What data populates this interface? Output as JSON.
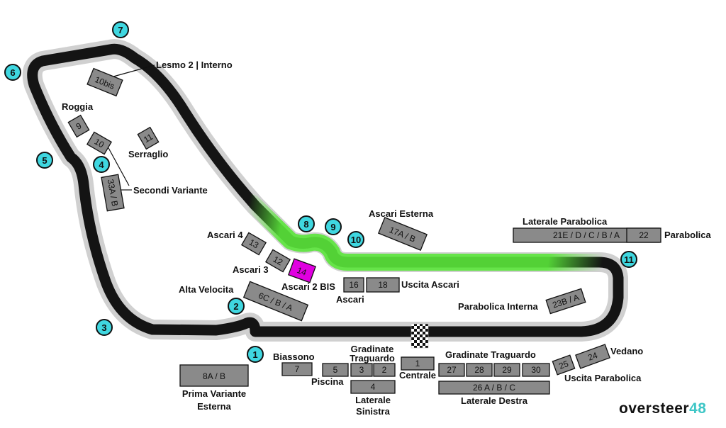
{
  "turns": [
    "1",
    "2",
    "3",
    "4",
    "5",
    "6",
    "7",
    "8",
    "9",
    "10",
    "11"
  ],
  "stands": {
    "s1": "1",
    "s2": "2",
    "s3": "3",
    "s4": "4",
    "s5": "5",
    "s7": "7",
    "s8ab": "8A / B",
    "s9": "9",
    "s10": "10",
    "s10bis": "10bis",
    "s11": "11",
    "s12": "12",
    "s13": "13",
    "s14": "14",
    "s16": "16",
    "s17ab": "17A / B",
    "s18": "18",
    "s21": "21E / D / C / B / A",
    "s22": "22",
    "s23ba": "23B / A",
    "s24": "24",
    "s25": "25",
    "s26": "26 A / B / C",
    "s27": "27",
    "s28": "28",
    "s29": "29",
    "s30": "30",
    "s33ab": "33A / B",
    "s6cba": "6C / B / A"
  },
  "labels": {
    "lesmo": "Lesmo 2 | Interno",
    "roggia": "Roggia",
    "serraglio": "Serraglio",
    "secondi": "Secondi Variante",
    "ascari4": "Ascari 4",
    "ascari3": "Ascari 3",
    "ascari2bis": "Ascari 2 BIS",
    "ascari": "Ascari",
    "alta": "Alta Velocita",
    "ascari_esterna": "Ascari Esterna",
    "uscita_ascari": "Uscita Ascari",
    "laterale_parabolica": "Laterale Parabolica",
    "parabolica": "Parabolica",
    "parabolica_interna": "Parabolica Interna",
    "vedano": "Vedano",
    "uscita_parabolica": "Uscita Parabolica",
    "biassono": "Biassono",
    "gradinate_traguardo_small_1": "Gradinate",
    "gradinate_traguardo_small_2": "Traguardo",
    "gradinate_traguardo": "Gradinate Traguardo",
    "piscina": "Piscina",
    "centrale": "Centrale",
    "laterale_sinistra_1": "Laterale",
    "laterale_sinistra_2": "Sinistra",
    "laterale_destra": "Laterale Destra",
    "prima_variante_1": "Prima Variante",
    "prima_variante_2": "Esterna"
  },
  "logo": {
    "text": "oversteer",
    "num": "48"
  },
  "colors": {
    "track": "#141414",
    "track_border": "#d0d0d0",
    "drs": "#5ae63a",
    "turn_marker": "#3fd7e0",
    "stand": "#8a8a8a",
    "stand_highlight": "#e000e0"
  }
}
